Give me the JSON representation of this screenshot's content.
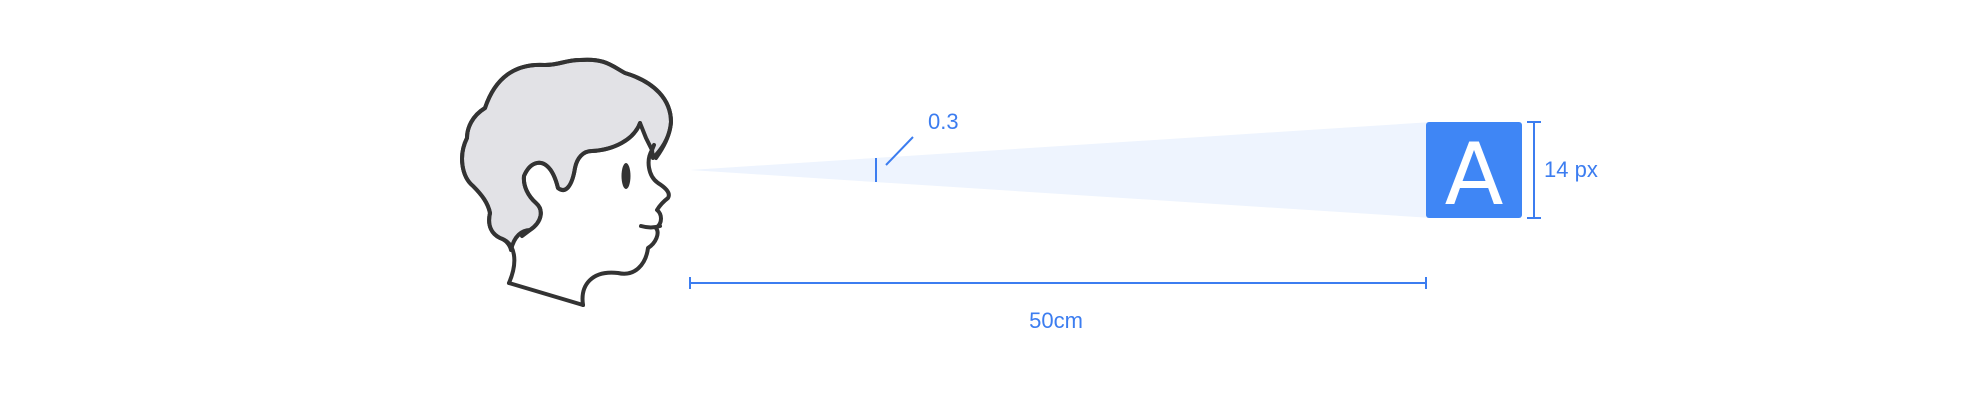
{
  "diagram": {
    "angle_label": "0.3",
    "distance_label": "50cm",
    "size_label": "14 px",
    "sample_letter": "A"
  },
  "colors": {
    "accent": "#3c7df0",
    "letter_box": "#3f86f5",
    "sight_cone": "#eef4fe",
    "hair": "#e2e2e6",
    "outline": "#333333"
  },
  "icons": {
    "person": "person-head-profile-icon",
    "eye": "eye-icon"
  }
}
